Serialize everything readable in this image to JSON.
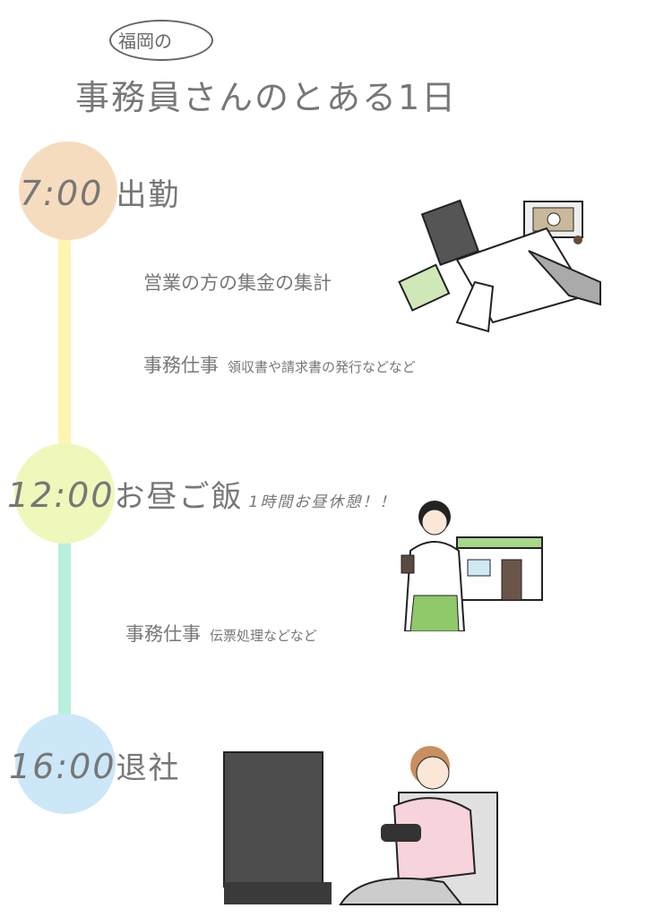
{
  "header": {
    "bubble": "福岡の",
    "title": "事務員さんのとある1日"
  },
  "timeline": [
    {
      "time": "7:00",
      "label": "出勤",
      "color": "#f6dcbf"
    },
    {
      "time": "12:00",
      "label": "お昼ご飯",
      "note": "1時間お昼休憩！！",
      "color": "#eff7bb"
    },
    {
      "time": "16:00",
      "label": "退社",
      "color": "#cce7f8"
    }
  ],
  "lines": {
    "morning": "#fdf6b0",
    "afternoon": "#b8f0dc"
  },
  "tasks": {
    "collection": "営業の方の集金の集計",
    "office_work_1": {
      "title": "事務仕事",
      "detail": "領収書や請求書の発行などなど"
    },
    "office_work_2": {
      "title": "事務仕事",
      "detail": "伝票処理などなど"
    }
  }
}
